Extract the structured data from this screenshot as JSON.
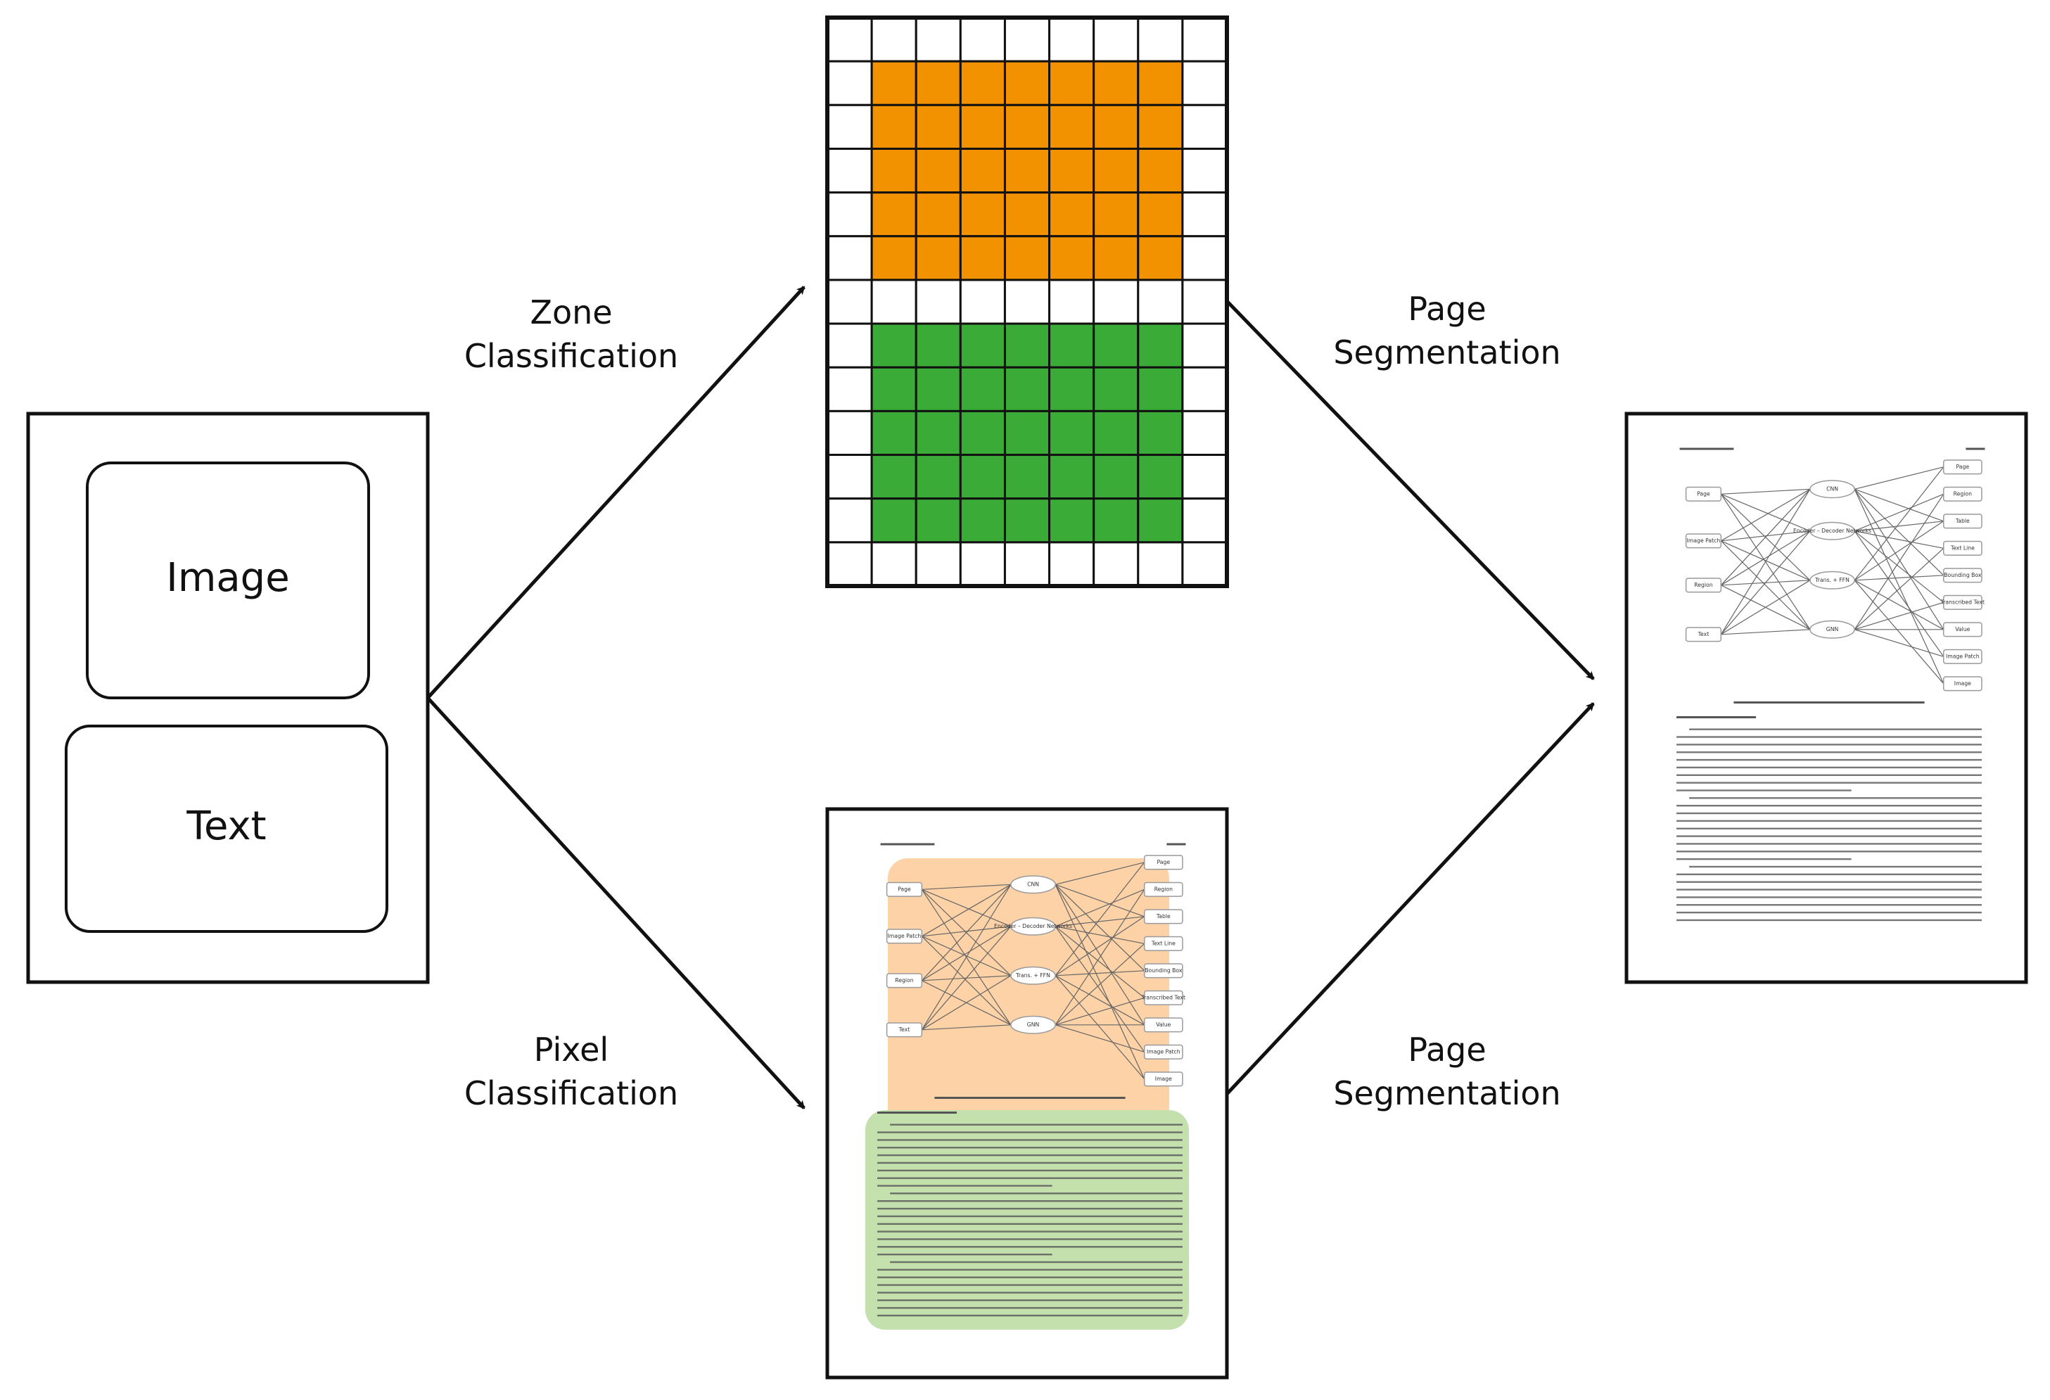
{
  "input_page": {
    "blocks": [
      {
        "label": "Image"
      },
      {
        "label": "Text"
      }
    ]
  },
  "edges": [
    {
      "from": "input_page",
      "to": "zone_grid",
      "label_lines": [
        "Zone",
        "Classification"
      ]
    },
    {
      "from": "input_page",
      "to": "pixel_page",
      "label_lines": [
        "Pixel",
        "Classification"
      ]
    },
    {
      "from": "zone_grid",
      "to": "output_page",
      "label_lines": [
        "Page",
        "Segmentation"
      ]
    },
    {
      "from": "pixel_page",
      "to": "output_page",
      "label_lines": [
        "Page",
        "Segmentation"
      ]
    }
  ],
  "zone_grid": {
    "cols": 9,
    "rows": 13,
    "zones": [
      {
        "class": "image",
        "color": "#f39200",
        "col_start": 1,
        "col_end": 7,
        "row_start": 1,
        "row_end": 5
      },
      {
        "class": "text",
        "color": "#3aab36",
        "col_start": 1,
        "col_end": 7,
        "row_start": 7,
        "row_end": 11
      }
    ],
    "empty_color": "#ffffff",
    "line_color": "#111111"
  },
  "pixel_page": {
    "image_region_color": "#fdd2a6",
    "text_region_color": "#c3e0ad"
  },
  "thumbnail": {
    "nodes_left": [
      "Page",
      "Image Patch",
      "Region",
      "Text"
    ],
    "nodes_mid": [
      "CNN",
      "Encoder – Decoder Networks",
      "Trans. + FFN",
      "GNN"
    ],
    "nodes_right": [
      "Page",
      "Region",
      "Table",
      "Text Line",
      "Bounding Box",
      "Transcribed Text",
      "Value",
      "Image Patch",
      "Image"
    ]
  },
  "colors": {
    "line": "#111111",
    "page_border": "#111111",
    "thumb_node": "#9a9a9a",
    "thumb_text": "#555555"
  }
}
